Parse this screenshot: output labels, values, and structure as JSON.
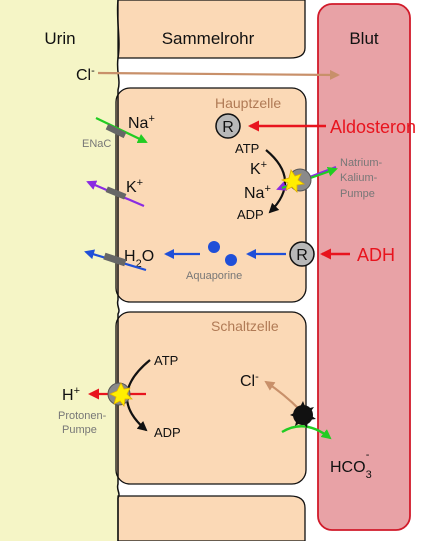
{
  "regions": {
    "urine": "Urin",
    "duct": "Sammelrohr",
    "blood": "Blut"
  },
  "top_ion": {
    "base": "Cl",
    "sup": "-"
  },
  "principal_cell": {
    "title": "Hauptzelle",
    "receptor_top": "R",
    "aldosterone": "Aldosteron",
    "enac_label": "ENaC",
    "na_apical": {
      "base": "Na",
      "sup": "+"
    },
    "k_apical": {
      "base": "K",
      "sup": "+"
    },
    "atp": "ATP",
    "k_pump": {
      "base": "K",
      "sup": "+"
    },
    "na_pump": {
      "base": "Na",
      "sup": "+"
    },
    "adp": "ADP",
    "pump_label": [
      "Natrium-",
      "Kalium-",
      "Pumpe"
    ],
    "water": {
      "pre": "H",
      "sub": "2",
      "post": "O"
    },
    "aquaporin_label": "Aquaporine",
    "receptor_bottom": "R",
    "adh": "ADH"
  },
  "intercalated_cell": {
    "title": "Schaltzelle",
    "atp": "ATP",
    "adp": "ADP",
    "h_ion": {
      "base": "H",
      "sup": "+"
    },
    "proton_pump_label": [
      "Protonen-",
      "Pumpe"
    ],
    "cl_ion": {
      "base": "Cl",
      "sup": "-"
    },
    "bicarbonate": {
      "base": "HCO",
      "sub": "3",
      "sup": "-"
    }
  },
  "colors": {
    "urine": "#f5f5c6",
    "cell": "#fbd9b6",
    "blood": "#e8a2a6",
    "blood_stroke": "#d11a2a",
    "green": "#22cc22",
    "purple": "#8a2be2",
    "blue": "#1f4fd8",
    "red": "#e8141e",
    "brown": "#c8906a",
    "label_brown": "#b07a55",
    "grey_text": "#777777"
  }
}
